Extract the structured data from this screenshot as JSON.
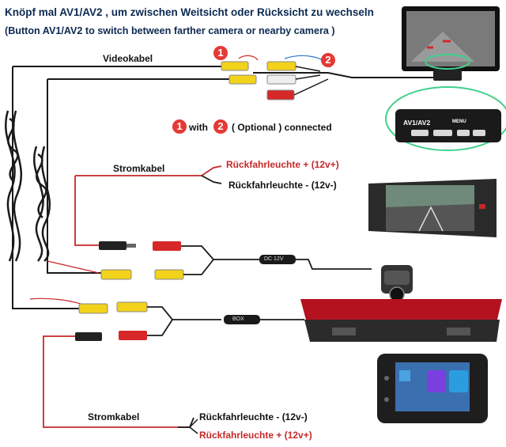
{
  "header": {
    "title_de": "Knöpf mal AV1/AV2 , um zwischen Weitsicht oder Rücksicht zu wechseln",
    "title_en": "(Button AV1/AV2 to switch between farther camera or nearby camera )"
  },
  "labels": {
    "video_cable": "Videokabel",
    "power_cable_top": "Stromkabel",
    "power_cable_bottom": "Stromkabel",
    "marker_1": "1",
    "marker_2": "2",
    "with_text": "with",
    "optional_text": "( Optional ) connected",
    "reverse_plus_top": "Rückfahrleuchte + (12v+)",
    "reverse_minus_top": "Rückfahrleuchte - (12v-)",
    "reverse_minus_bottom": "Rückfahrleuchte - (12v-)",
    "reverse_plus_bottom": "Rückfahrleuchte + (12v+)",
    "av_button": "AV1/AV2",
    "menu_button": "MENU",
    "module_label_top": "DC 12V",
    "module_label_bottom": "BOX"
  },
  "colors": {
    "cable": "#1a1a1a",
    "power_wire": "#c62828",
    "rca_yellow": "#f2d21b",
    "rca_red": "#d62828",
    "rca_white": "#eeeeee",
    "lamp_red": "#b3121e",
    "highlight_green": "#3fd08a"
  }
}
